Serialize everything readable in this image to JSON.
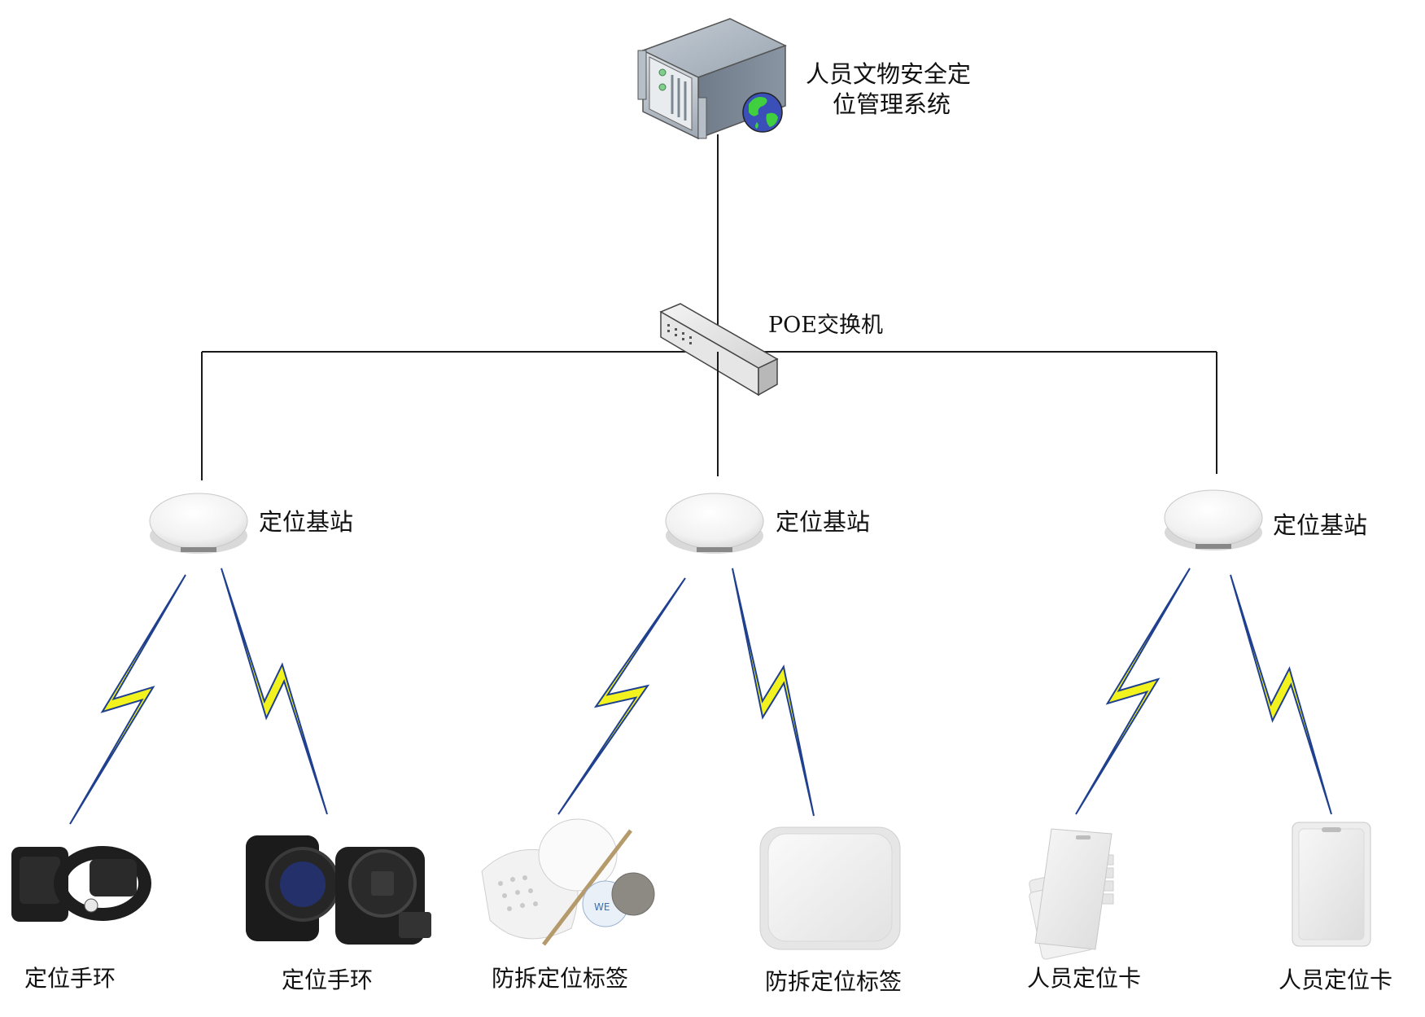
{
  "server": {
    "label_line1": "人员文物安全定",
    "label_line2": "位管理系统"
  },
  "switch": {
    "label": "POE交换机"
  },
  "base_stations": [
    {
      "label": "定位基站"
    },
    {
      "label": "定位基站"
    },
    {
      "label": "定位基站"
    }
  ],
  "devices": [
    {
      "label": "定位手环"
    },
    {
      "label": "定位手环"
    },
    {
      "label": "防拆定位标签"
    },
    {
      "label": "防拆定位标签"
    },
    {
      "label": "人员定位卡"
    },
    {
      "label": "人员定位卡"
    }
  ],
  "colors": {
    "line": "#1a1a1a",
    "bolt_fill": "#f2f21f",
    "bolt_stroke": "#1f3f8f",
    "server_body": "#8d9aa8",
    "globe_land": "#3fcf3f",
    "globe_sea": "#3a4fb8"
  }
}
